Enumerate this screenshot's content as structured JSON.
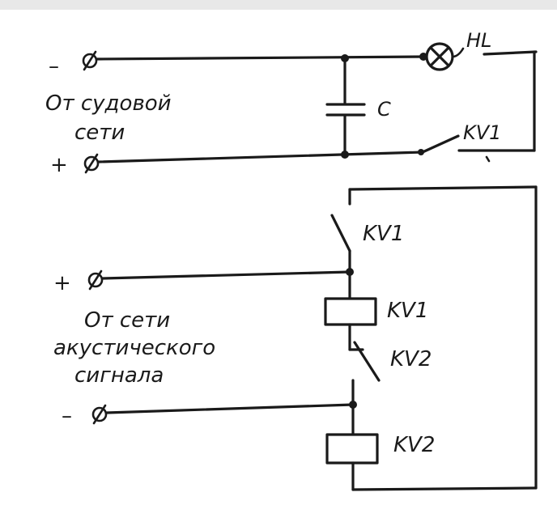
{
  "labels": {
    "lamp": "HL",
    "capacitor": "C",
    "relay1_contact_top": "KV1",
    "relay1_contact_mid": "KV1",
    "relay1_coil": "KV1",
    "relay2_contact": "KV2",
    "relay2_coil": "KV2"
  },
  "terminals": {
    "ship_minus": "–",
    "ship_plus": "+",
    "signal_plus": "+",
    "signal_minus": "–"
  },
  "source_ship": {
    "line1": "От судовой",
    "line2": "сети"
  },
  "source_signal": {
    "line1": "От сети",
    "line2": "акустического",
    "line3": "сигнала"
  }
}
